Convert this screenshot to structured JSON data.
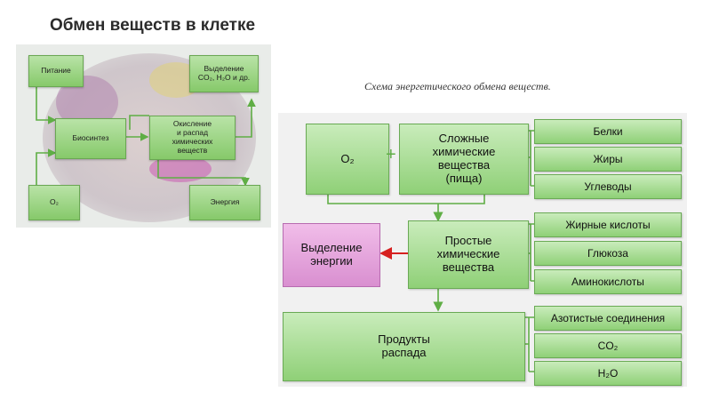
{
  "title": "Обмен веществ в клетке",
  "caption": "Схема энергетического обмена веществ.",
  "left_diagram": {
    "pitanie": "Питание",
    "vydelenie_line1": "Выделение",
    "vydelenie_line2": "CO₂, H₂O и др.",
    "biosintez": "Биосинтез",
    "okislenie": [
      "Окисление",
      "и распад",
      "химических",
      "веществ"
    ],
    "o2": "O₂",
    "energia": "Энергия"
  },
  "right_diagram": {
    "o2": "O₂",
    "plus": "+",
    "complex": [
      "Сложные",
      "химические",
      "вещества",
      "(пища)"
    ],
    "complex_items": [
      "Белки",
      "Жиры",
      "Углеводы"
    ],
    "simple": [
      "Простые",
      "химические",
      "вещества"
    ],
    "simple_items": [
      "Жирные кислоты",
      "Глюкоза",
      "Аминокислоты"
    ],
    "energy_release": [
      "Выделение",
      "энергии"
    ],
    "products": [
      "Продукты",
      "распада"
    ],
    "product_items": [
      "Азотистые соединения",
      "CO₂",
      "H₂O"
    ]
  },
  "colors": {
    "box_green": "#8fd077",
    "box_pink": "#d98fd0",
    "arrow_red": "#d62020",
    "arrow_green": "#5fae45"
  }
}
